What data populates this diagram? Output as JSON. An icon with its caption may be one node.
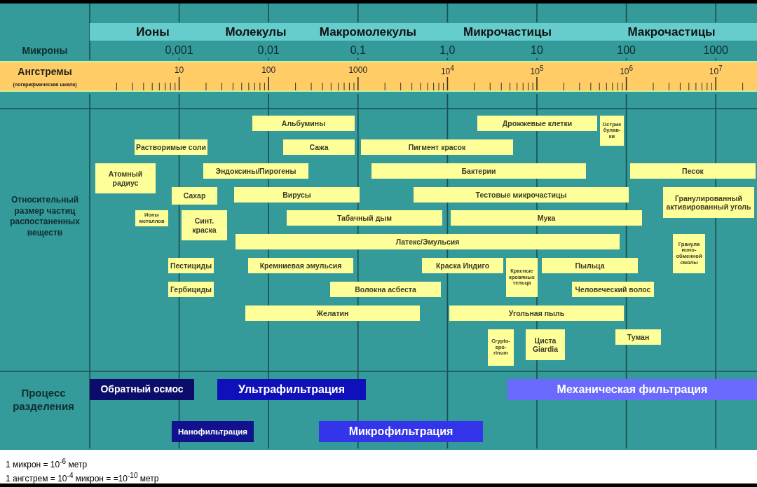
{
  "diagram": {
    "nodes": [
      {
        "text": [
          "Ионы",
          "Молекулы",
          "Макромолекулы",
          "Микрочастицы",
          "Макрочастицы"
        ]
      },
      {
        "text": [
          "Ангстремы",
          "(логарифмическая шкала)",
          "10",
          "100",
          "1000",
          "10$^{4}$",
          "10$^{5}$",
          "10$^{6}$",
          "10$^{7}$"
        ]
      },
      {
        "text": [
          "Альбумины"
        ]
      },
      {
        "text": [
          "Дрожжевые клетки"
        ]
      },
      {
        "text": [
          "Острие булав-ки"
        ]
      },
      {
        "text": [
          "Растворимые соли"
        ]
      },
      {
        "text": [
          "Сажа"
        ]
      },
      {
        "text": [
          "Пигмент красок"
        ]
      },
      {
        "text": [
          "Атомный радиус"
        ]
      },
      {
        "text": [
          "Эндоксины/Пирогены"
        ]
      },
      {
        "text": [
          "Бактерии"
        ]
      },
      {
        "text": [
          "Песок"
        ]
      },
      {
        "text": [
          "Сахар"
        ]
      },
      {
        "text": [
          "Вирусы"
        ]
      },
      {
        "text": [
          "Тестовые микрочастицы"
        ]
      },
      {
        "text": [
          "Гранулированный активированный уголь"
        ]
      },
      {
        "text": [
          "Ионы металлов"
        ]
      },
      {
        "text": [
          "Синт. краска"
        ]
      },
      {
        "text": [
          "Табачный дым"
        ]
      },
      {
        "text": [
          "Мука"
        ]
      },
      {
        "text": [
          "Латекс/Эмульсия"
        ]
      },
      {
        "text": [
          "Гранула ионо-обменной смолы"
        ]
      },
      {
        "text": [
          "Пестициды"
        ]
      },
      {
        "text": [
          "Кремниевая эмульсия"
        ]
      },
      {
        "text": [
          "Краска Индиго"
        ]
      },
      {
        "text": [
          "Красные кровяные тельца"
        ]
      },
      {
        "text": [
          "Пыльца"
        ]
      },
      {
        "text": [
          "Гербициды"
        ]
      },
      {
        "text": [
          "Волокна асбеста"
        ]
      },
      {
        "text": [
          "Человеческий волос"
        ]
      },
      {
        "text": [
          "Желатин"
        ]
      },
      {
        "text": [
          "Угольная пыль"
        ]
      },
      {
        "text": [
          "Crypto-spo-rinum"
        ]
      },
      {
        "text": [
          "Циста Giardia"
        ]
      },
      {
        "text": [
          "Туман"
        ]
      },
      {
        "text": [
          "Обратный осмос"
        ]
      },
      {
        "text": [
          "Ультрафильтрация"
        ]
      },
      {
        "text": [
          "Механическая фильтрация"
        ]
      },
      {
        "text": [
          "Нанофильтрация"
        ]
      },
      {
        "text": [
          "Микрофильтрация"
        ]
      }
    ],
    "labels": [
      "Микроны",
      "0,001",
      "0,01",
      "0,1",
      "1,0",
      "10",
      "100",
      "1000",
      "Относительный размер частиц распостаненных веществ",
      "Процесс разделения",
      "1 микрон = 10$^{-6}$ метр",
      "1 ангстрем = 10$^{-4}$ микрон = =10$^{-10}$ метр"
    ]
  }
}
